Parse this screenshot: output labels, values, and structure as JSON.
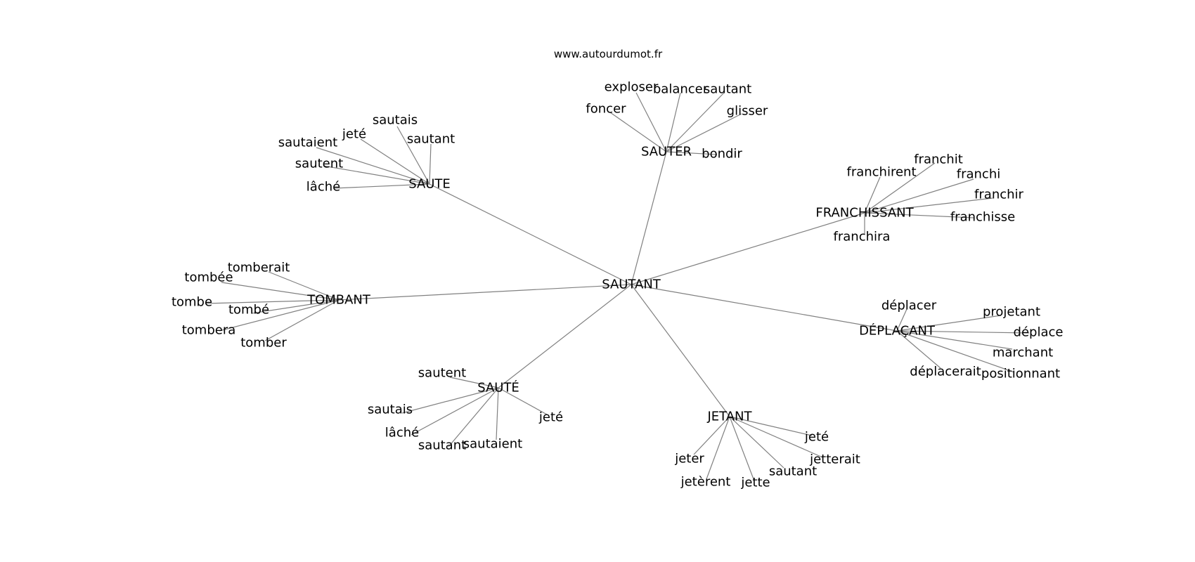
{
  "site": "www.autourdumot.fr",
  "center": "SAUTANT",
  "clusters": [
    {
      "hub": "SAUTER",
      "words": [
        "exploser",
        "balancer",
        "sautant",
        "foncer",
        "glisser",
        "bondir"
      ]
    },
    {
      "hub": "SAUTE",
      "words": [
        "sautais",
        "jeté",
        "sautant",
        "sautaient",
        "sautent",
        "lâché"
      ]
    },
    {
      "hub": "FRANCHISSANT",
      "words": [
        "franchit",
        "franchirent",
        "franchi",
        "franchir",
        "franchisse",
        "franchira"
      ]
    },
    {
      "hub": "TOMBANT",
      "words": [
        "tomberait",
        "tombée",
        "tombe",
        "tombé",
        "tombera",
        "tomber"
      ]
    },
    {
      "hub": "DÉPLAÇANT",
      "words": [
        "déplacer",
        "projetant",
        "déplace",
        "marchant",
        "déplacerait",
        "positionnant"
      ]
    },
    {
      "hub": "SAUTÉ",
      "words": [
        "sautent",
        "sautais",
        "lâché",
        "sautant",
        "sautaient",
        "jeté"
      ]
    },
    {
      "hub": "JETANT",
      "words": [
        "jeté",
        "jetterait",
        "jeter",
        "sautant",
        "jetèrent",
        "jette"
      ]
    }
  ]
}
